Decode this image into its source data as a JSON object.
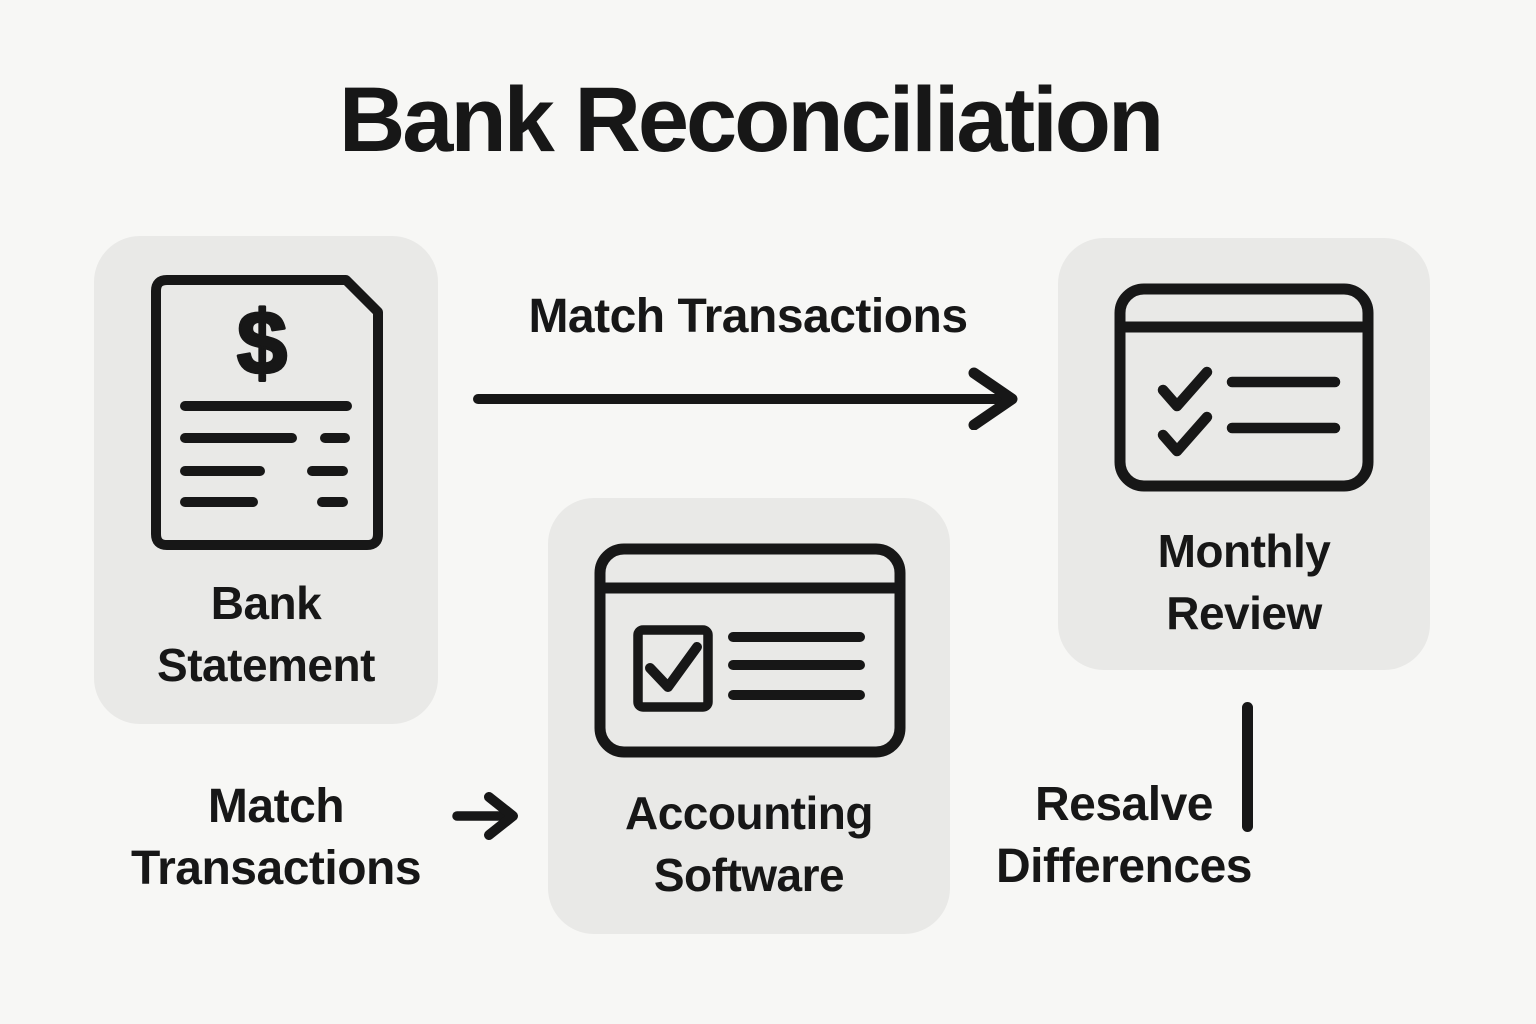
{
  "title": "Bank Reconciliation",
  "colors": {
    "background": "#f7f7f5",
    "card": "#e9e9e7",
    "ink": "#171717"
  },
  "nodes": [
    {
      "label": "Bank Statement",
      "label_lines": [
        "Bank",
        "Statement"
      ],
      "icon": "bank-statement-document-icon",
      "icon_glyph": "$"
    },
    {
      "label": "Accounting Software",
      "label_lines": [
        "Accounting",
        "Software"
      ],
      "icon": "accounting-software-window-icon"
    },
    {
      "label": "Monthly Review",
      "label_lines": [
        "Monthly",
        "Review"
      ],
      "icon": "monthly-review-checklist-icon"
    }
  ],
  "connections": [
    {
      "label": "Match Transactions",
      "style": "long-right-arrow"
    },
    {
      "label": "Match Transactions",
      "label_lines": [
        "Match",
        "Transactions"
      ],
      "style": "short-right-arrow"
    },
    {
      "label": "Resalve Differences",
      "label_lines": [
        "Resalve",
        "Differences"
      ],
      "style": "vertical-line"
    }
  ]
}
